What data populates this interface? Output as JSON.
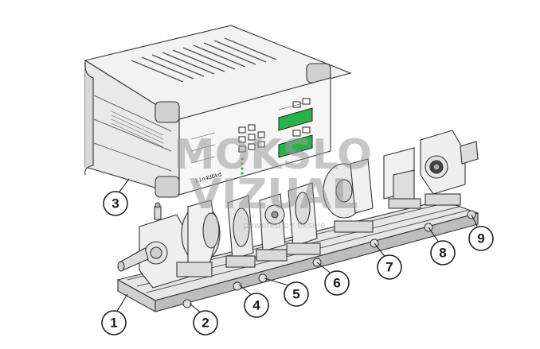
{
  "controller": {
    "brand_label": "Lin4U6kd"
  },
  "watermark": {
    "line1": "MOKSLO",
    "line2": "VIZUAL",
    "tagline": "powered by Eksele"
  },
  "callouts": [
    {
      "label": "1"
    },
    {
      "label": "2"
    },
    {
      "label": "3"
    },
    {
      "label": "4"
    },
    {
      "label": "5"
    },
    {
      "label": "6"
    },
    {
      "label": "7"
    },
    {
      "label": "8"
    },
    {
      "label": "9"
    }
  ],
  "colors": {
    "lcd_green": "#27b34a",
    "line": "#333333",
    "body_fill": "#f4f4f4",
    "shade": "#cfcfcf"
  }
}
